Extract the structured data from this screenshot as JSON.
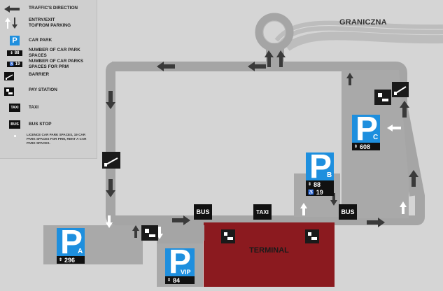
{
  "legend": {
    "traffic_direction": "TRAFFIC'S DIRECTION",
    "entry_exit_line1": "ENTRY/EXIT",
    "entry_exit_line2": "TO/FROM PARKING",
    "car_park": "CAR PARK",
    "number_spaces_line1": "NUMBER OF CAR PARK",
    "number_spaces_line2": "SPACES",
    "number_prm_line1": "NUMBER OF CAR PARKS",
    "number_prm_line2": "SPACES FOR PRM",
    "barrier": "BARRIER",
    "pay_station": "PAY STATION",
    "taxi": "TAXI",
    "bus_stop": "BUS STOP",
    "note": "LICENCE CAR PARK SPACES, 19 CAR PARK SPACES FOR PRM, RENT A CAR PARK SPACES.",
    "icon_p": "P",
    "icon_spaces": "88",
    "icon_prm": "19",
    "icon_taxi": "TAXI",
    "icon_bus": "BUS"
  },
  "map": {
    "street": "GRANICZNA",
    "terminal": "TERMINAL",
    "taxi_label": "TAXI",
    "bus_label_1": "BUS",
    "bus_label_2": "BUS",
    "parking_a": {
      "letter": "P",
      "sub": "A",
      "spaces": "296"
    },
    "parking_b": {
      "letter": "P",
      "sub": "B",
      "spaces": "88",
      "prm": "19"
    },
    "parking_c": {
      "letter": "P",
      "sub": "C",
      "spaces": "608"
    },
    "parking_vip": {
      "letter": "P",
      "sub": "VIP",
      "spaces": "84"
    }
  },
  "colors": {
    "road": "#a5a5a5",
    "parking_area": "#a9a9a9",
    "terminal": "#8b1a1f",
    "parking_sign": "#1e8fde",
    "arrow": "#3a3a3a"
  }
}
